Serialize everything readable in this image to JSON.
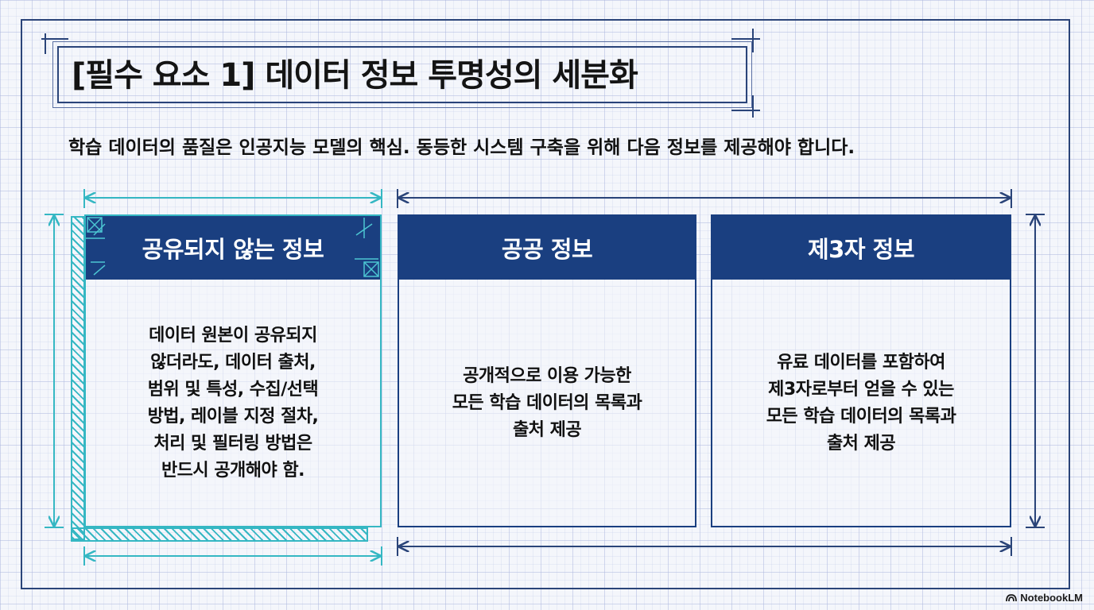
{
  "title": "[필수 요소 1] 데이터 정보 투명성의 세분화",
  "subtitle": "학습 데이터의 품질은 인공지능 모델의 핵심. 동등한 시스템 구축을 위해 다음 정보를 제공해야 합니다.",
  "cards": [
    {
      "title": "공유되지 않는 정보",
      "body": [
        "데이터 원본이 공유되지",
        "않더라도, 데이터 출처,",
        "범위 및 특성, 수집/선택",
        "방법, 레이블 지정 절차,",
        "처리 및 필터링 방법은",
        "반드시 공개해야 함."
      ]
    },
    {
      "title": "공공 정보",
      "body": [
        "공개적으로 이용 가능한",
        "모든 학습 데이터의 목록과",
        "출처 제공"
      ]
    },
    {
      "title": "제3자 정보",
      "body": [
        "유료 데이터를 포함하여",
        "제3자로부터 얻을 수 있는",
        "모든 학습 데이터의 목록과",
        "출처 제공"
      ]
    }
  ],
  "brand": "NotebookLM",
  "colors": {
    "navy": "#1a3f80",
    "teal": "#35b7c3",
    "frame": "#2a4479",
    "background": "#f4f6fb"
  },
  "icons": {
    "brand": "notebooklm-logo-icon"
  }
}
